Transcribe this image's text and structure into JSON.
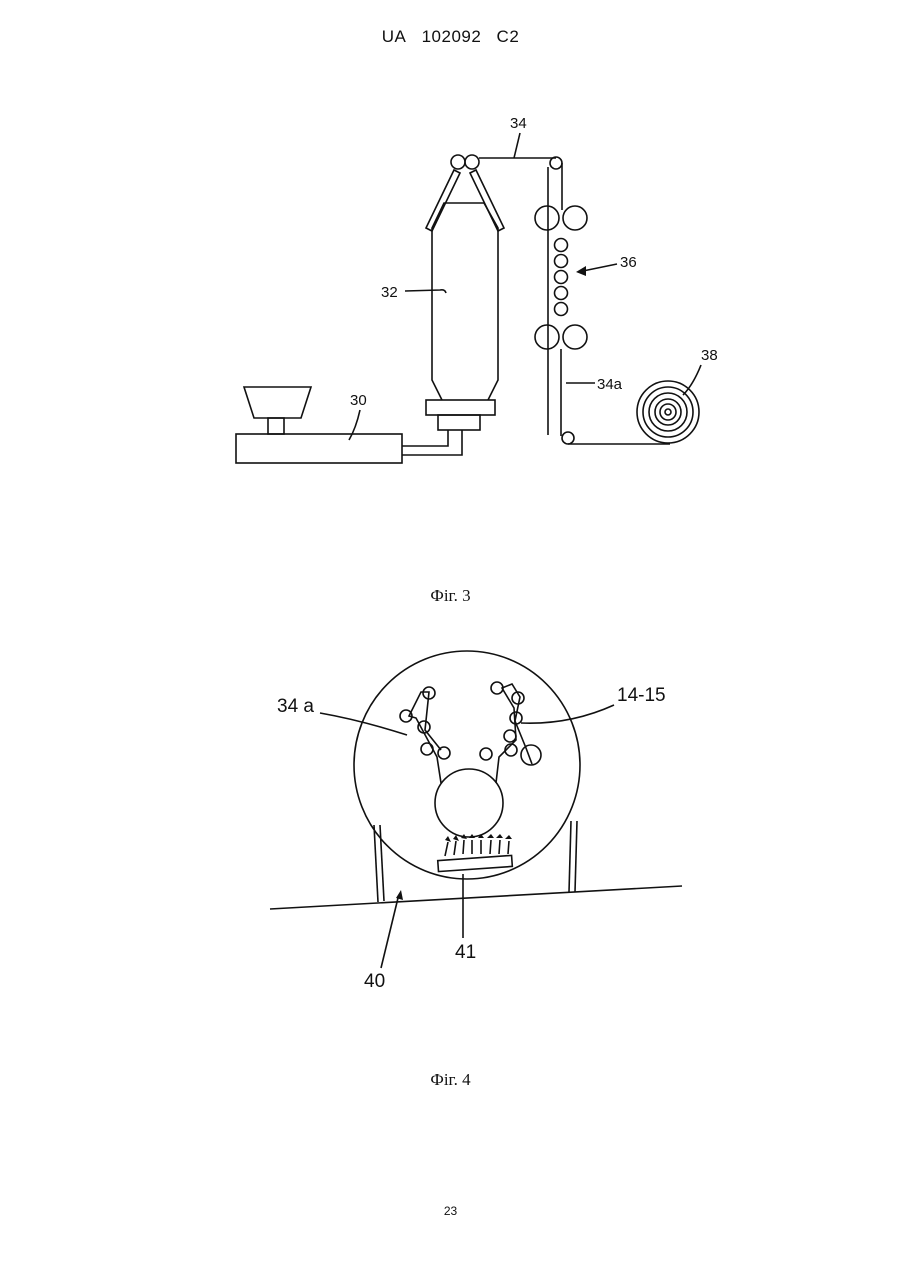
{
  "header": {
    "country": "UA",
    "number": "102092",
    "kind": "C2"
  },
  "figure3": {
    "caption": "Фіг. 3",
    "labels": {
      "l34": "34",
      "l36": "36",
      "l32": "32",
      "l38": "38",
      "l30": "30",
      "l34a": "34a"
    }
  },
  "figure4": {
    "caption": "Фіг. 4",
    "labels": {
      "l34a": "34 a",
      "l1415": "14-15",
      "l41": "41",
      "l40": "40"
    }
  },
  "page_number": "23"
}
